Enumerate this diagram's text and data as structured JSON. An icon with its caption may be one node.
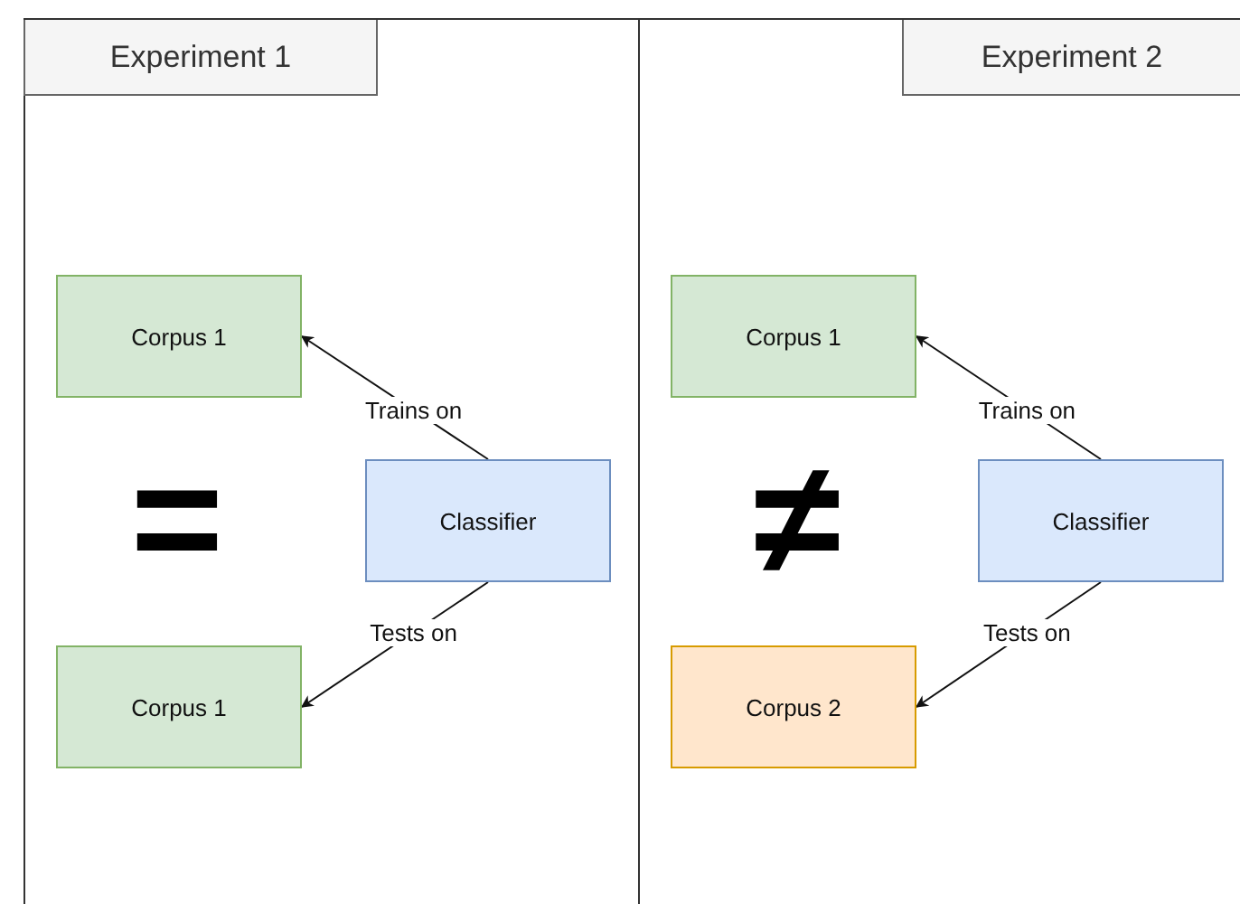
{
  "diagram": {
    "nodes": [
      {
        "text": [
          "Experiment 1"
        ]
      },
      {
        "text": [
          "Corpus 1"
        ],
        "in": 0
      },
      {
        "text": [
          "Classifier"
        ],
        "in": 0
      },
      {
        "text": [
          "Corpus 1"
        ],
        "in": 0
      },
      {
        "text": [
          "Experiment 2"
        ]
      },
      {
        "text": [
          "Corpus 1"
        ],
        "in": 4
      },
      {
        "text": [
          "Classifier"
        ],
        "in": 4
      },
      {
        "text": [
          "Corpus 2"
        ],
        "in": 4
      }
    ],
    "edges": [
      {
        "from": 2,
        "to": 1,
        "arrow": "to",
        "label": "Trains on"
      },
      {
        "from": 2,
        "to": 3,
        "arrow": "to",
        "label": "Tests on"
      },
      {
        "from": 6,
        "to": 5,
        "arrow": "to",
        "label": "Trains on"
      },
      {
        "from": 6,
        "to": 7,
        "arrow": "to",
        "label": "Tests on"
      }
    ],
    "labels": [
      "=",
      "≠"
    ]
  }
}
